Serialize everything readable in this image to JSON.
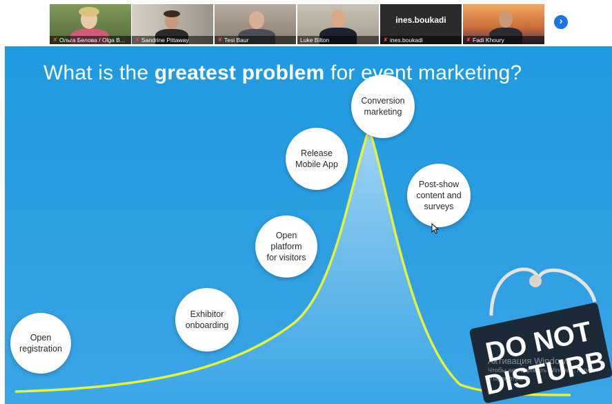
{
  "participants": [
    {
      "name": "Ольга Белова / Olga B..."
    },
    {
      "name": "Sandrine Pittaway"
    },
    {
      "name": "Tesi Baur"
    },
    {
      "name": "Luke Bilton"
    },
    {
      "name": "ines.boukadi",
      "display": "ines.boukadi"
    },
    {
      "name": "Fadi Khoury"
    }
  ],
  "next_icon": "chevron-right-icon",
  "slide": {
    "title_pre": "What is the ",
    "title_bold": "greatest problem",
    "title_post": " for event marketing?",
    "bubbles": [
      {
        "line1": "Open",
        "line2": "registration"
      },
      {
        "line1": "Exhibitor",
        "line2": "onboarding"
      },
      {
        "line1": "Open platform",
        "line2": "for visitors"
      },
      {
        "line1": "Release",
        "line2": "Mobile App"
      },
      {
        "line1": "Conversion",
        "line2": "marketing"
      },
      {
        "line1": "Post-show",
        "line2": "content and",
        "line3": "surveys"
      }
    ],
    "sign": {
      "line1": "DO NOT",
      "line2": "DISTURB"
    },
    "watermark": {
      "line1": "Активация Windows",
      "line2": "Чтобы активировать Windows, перей",
      "line3": "\"Параметры\"."
    }
  },
  "colors": {
    "slide_bg": "#2f9fe2",
    "curve_stroke": "#e8f23a",
    "accent_button": "#1a73e8"
  }
}
